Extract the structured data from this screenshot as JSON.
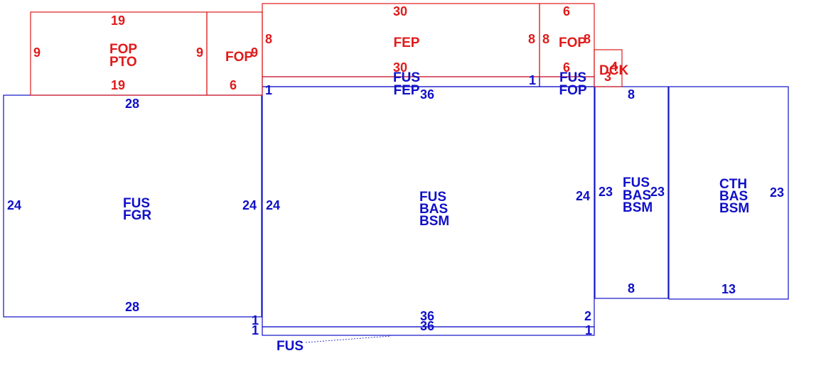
{
  "colors": {
    "existing": "#1010c8",
    "proposed": "#e01a1a"
  },
  "areas": {
    "fop_pto": {
      "line1": "FOP",
      "line2": "PTO",
      "dims": {
        "top": "19",
        "bottom": "19",
        "left": "9",
        "right": "9"
      }
    },
    "fop_small": {
      "label": "FOP",
      "dims": {
        "bottom": "6",
        "right": "9"
      }
    },
    "fep": {
      "label": "FEP",
      "dims": {
        "top": "30",
        "bottom": "30",
        "left": "8",
        "right": "8"
      }
    },
    "fop_right": {
      "label": "FOP",
      "dims": {
        "top": "6",
        "bottom": "6",
        "left": "8",
        "right": "8"
      }
    },
    "dck": {
      "label": "DCK",
      "dims": {
        "top": "4",
        "left": "3"
      }
    },
    "fus_fep": {
      "line1": "FUS",
      "line2": "FEP",
      "dims": {
        "left": "1",
        "right": "1"
      }
    },
    "fus_fop": {
      "line1": "FUS",
      "line2": "FOP"
    },
    "fus_fgr": {
      "line1": "FUS",
      "line2": "FGR",
      "dims": {
        "top": "28",
        "bottom": "28",
        "left": "24",
        "right": "24"
      }
    },
    "main": {
      "line1": "FUS",
      "line2": "BAS",
      "line3": "BSM",
      "dims": {
        "top": "36",
        "bottom": "36",
        "left": "24",
        "right": "24",
        "corner_bottom_left": "1",
        "corner_bottom_right": "2"
      }
    },
    "bottom_strip": {
      "label": "FUS",
      "dims": {
        "bottom": "36",
        "left": "1",
        "right": "1"
      }
    },
    "fus_bas_bsm": {
      "line1": "FUS",
      "line2": "BAS",
      "line3": "BSM",
      "dims": {
        "top": "8",
        "bottom": "8",
        "left": "23",
        "right": "23"
      }
    },
    "cth_bas_bsm": {
      "line1": "CTH",
      "line2": "BAS",
      "line3": "BSM",
      "dims": {
        "bottom": "13",
        "right": "23"
      }
    }
  }
}
